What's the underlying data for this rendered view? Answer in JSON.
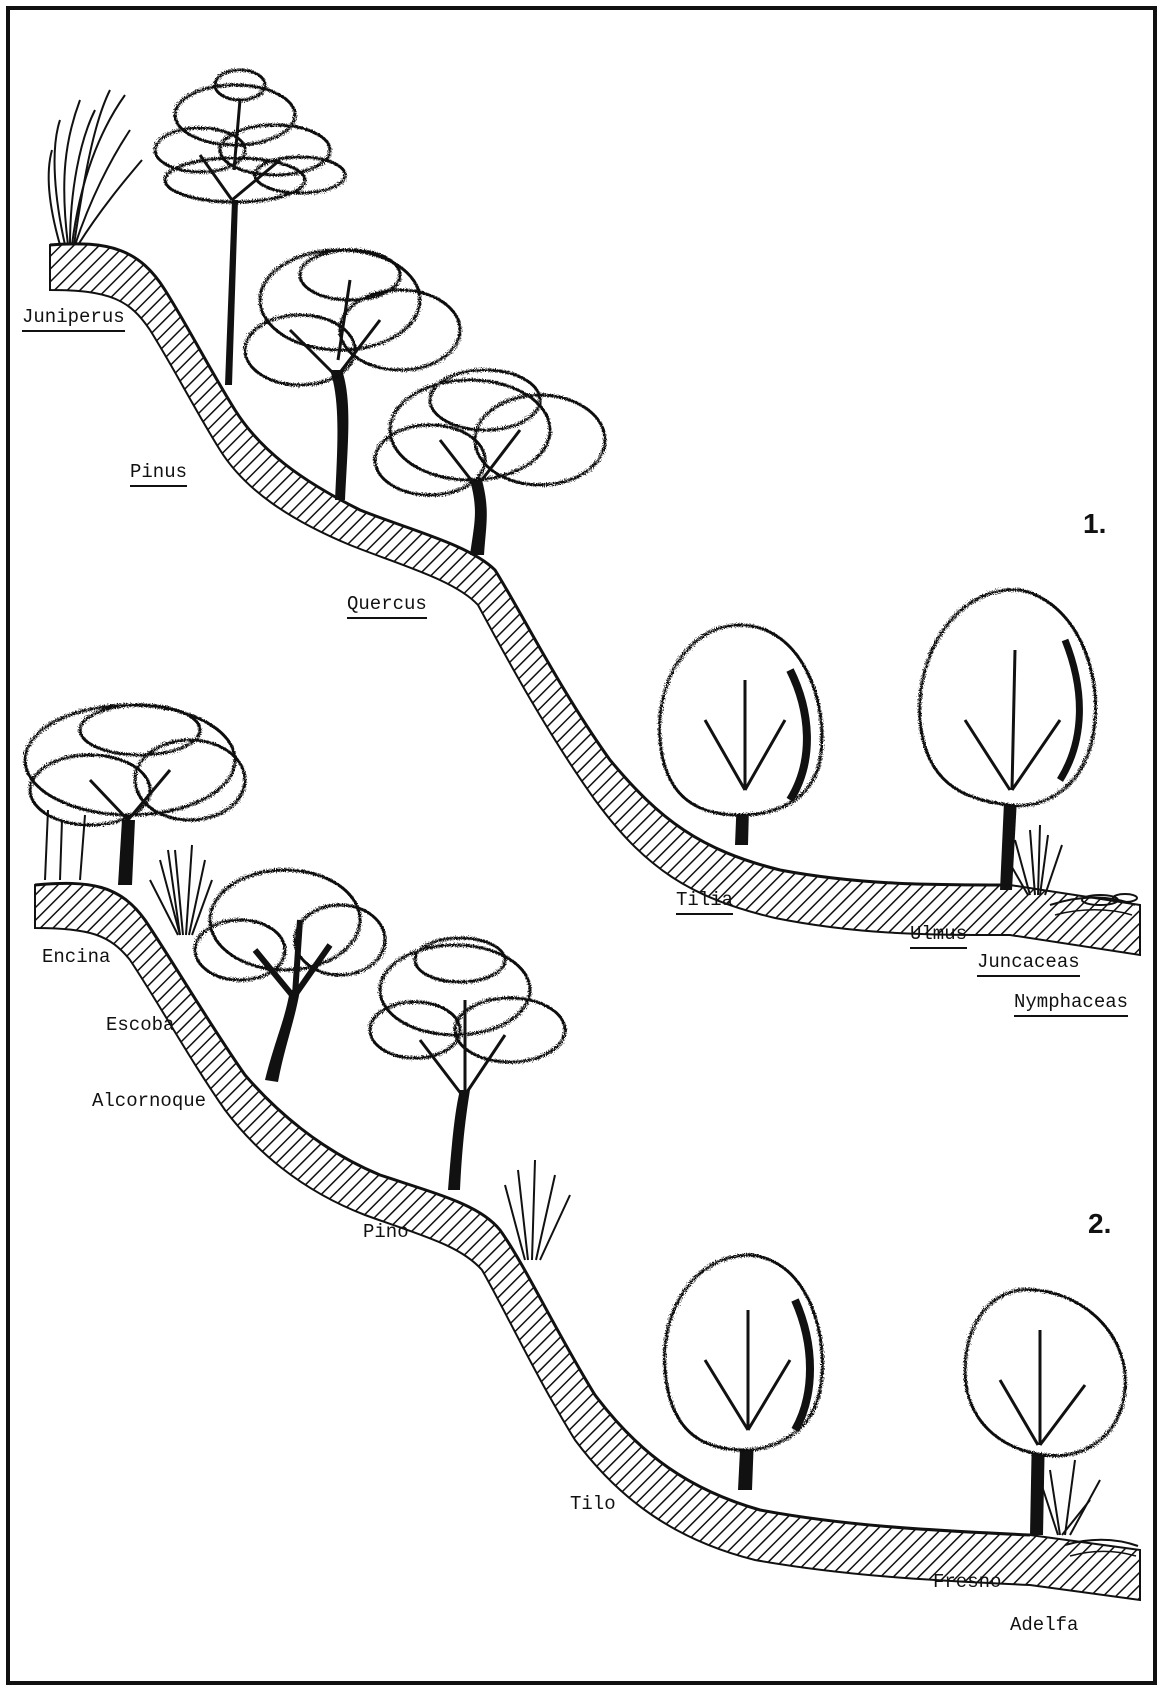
{
  "diagram_1": {
    "number": "1.",
    "labels": {
      "juniperus": "Juniperus",
      "pinus": "Pinus",
      "quercus": "Quercus",
      "tilia": "Tilia",
      "ulmus": "Ulmus",
      "juncaceas": "Juncaceas",
      "nymphaceas": "Nymphaceas"
    }
  },
  "diagram_2": {
    "number": "2.",
    "labels": {
      "encina": "Encina",
      "escoba": "Escoba",
      "alcornoque": "Alcornoque",
      "pino": "Pino",
      "tilo": "Tilo",
      "fresno": "Fresno",
      "adelfa": "Adelfa"
    }
  },
  "colors": {
    "ink": "#111111",
    "paper": "#ffffff"
  }
}
